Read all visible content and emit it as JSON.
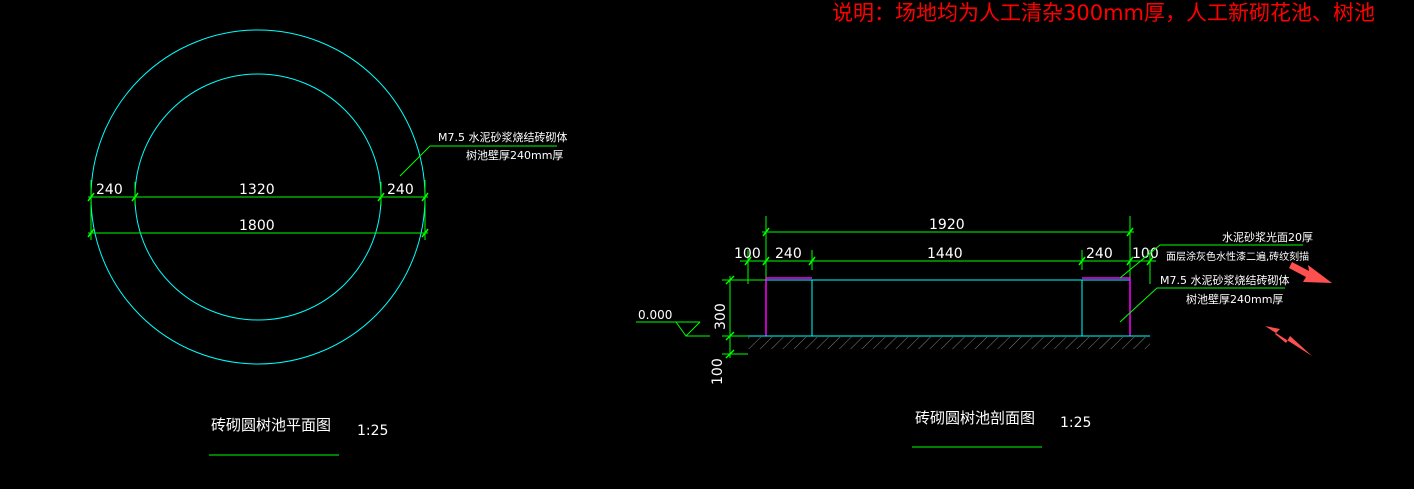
{
  "note": "说明：场地均为人工清杂300mm厚，人工新砌花池、树池",
  "plan": {
    "dim_left": "240",
    "dim_inner": "1320",
    "dim_right": "240",
    "dim_outer": "1800",
    "leader_line1": "M7.5 水泥砂浆烧结砖砌体",
    "leader_line2": "树池壁厚240mm厚",
    "title": "砖砌圆树池平面图",
    "scale": "1:25"
  },
  "section": {
    "dim_total": "1920",
    "dim_left_offset": "100",
    "dim_left_wall": "240",
    "dim_inner": "1440",
    "dim_right_wall": "240",
    "dim_right_offset": "100",
    "dim_height": "300",
    "dim_base": "100",
    "level": "0.000",
    "finish_line1": "水泥砂浆光面20厚",
    "finish_line2": "面层涂灰色水性漆二遍,砖纹刻描",
    "wall_line1": "M7.5 水泥砂浆烧结砖砌体",
    "wall_line2": "树池壁厚240mm厚",
    "title": "砖砌圆树池剖面图",
    "scale": "1:25"
  },
  "colors": {
    "background": "#000000",
    "cyan": "#00ffff",
    "green": "#00ff00",
    "white": "#ffffff",
    "red": "#ff0000",
    "magenta": "#ff00ff",
    "arrow": "#ff5050"
  }
}
